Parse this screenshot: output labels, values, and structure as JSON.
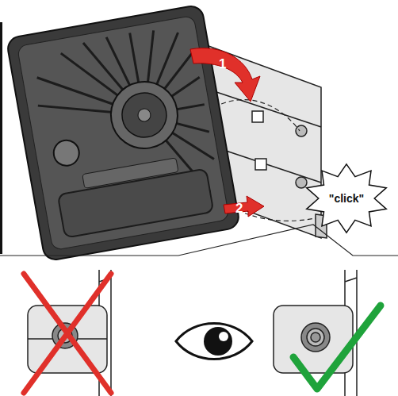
{
  "diagram": {
    "nodes": [
      {
        "text": [
          "\"click\""
        ]
      }
    ],
    "labels": [
      "1",
      "2"
    ]
  }
}
